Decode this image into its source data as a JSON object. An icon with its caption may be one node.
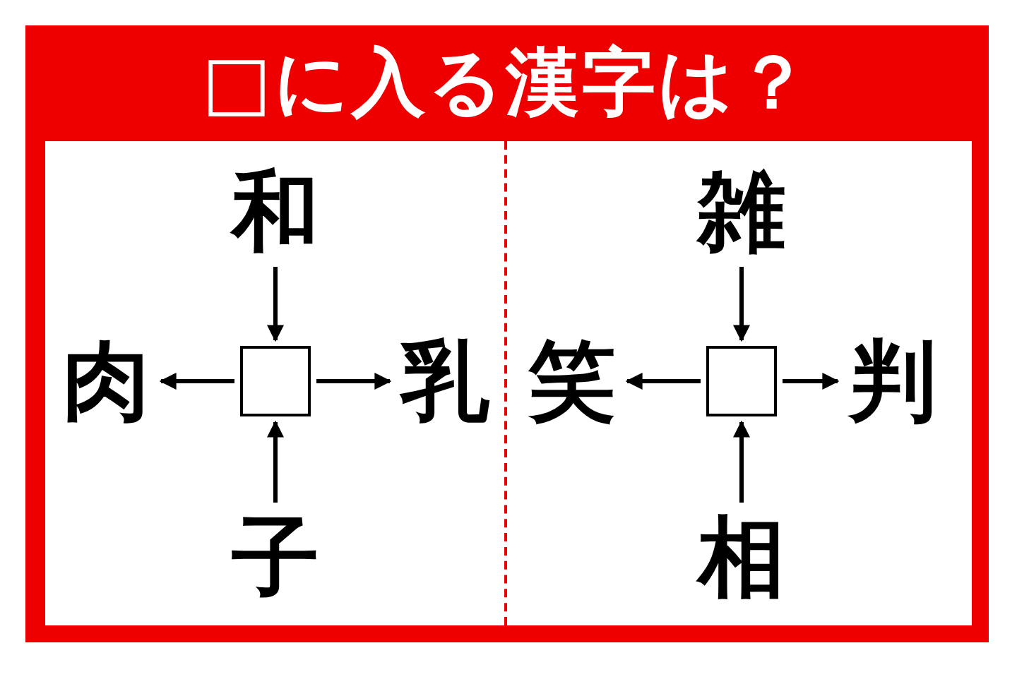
{
  "diagram": {
    "title": "□に入る漢字は？",
    "nodes": [
      {
        "text": [
          "和"
        ]
      },
      {
        "text": [
          "肉"
        ]
      },
      {
        "text": [],
        "shape": "box"
      },
      {
        "text": [
          "乳"
        ]
      },
      {
        "text": [
          "子"
        ]
      },
      {
        "text": [
          "雑"
        ]
      },
      {
        "text": [
          "笑"
        ]
      },
      {
        "text": [],
        "shape": "box"
      },
      {
        "text": [
          "判"
        ]
      },
      {
        "text": [
          "相"
        ]
      }
    ],
    "edges": [
      {
        "from": 0,
        "to": 2,
        "arrow": "to"
      },
      {
        "from": 2,
        "to": 1,
        "arrow": "to"
      },
      {
        "from": 2,
        "to": 3,
        "arrow": "to"
      },
      {
        "from": 4,
        "to": 2,
        "arrow": "to"
      },
      {
        "from": 5,
        "to": 7,
        "arrow": "to"
      },
      {
        "from": 7,
        "to": 6,
        "arrow": "to"
      },
      {
        "from": 7,
        "to": 8,
        "arrow": "to"
      },
      {
        "from": 9,
        "to": 7,
        "arrow": "to"
      }
    ]
  }
}
